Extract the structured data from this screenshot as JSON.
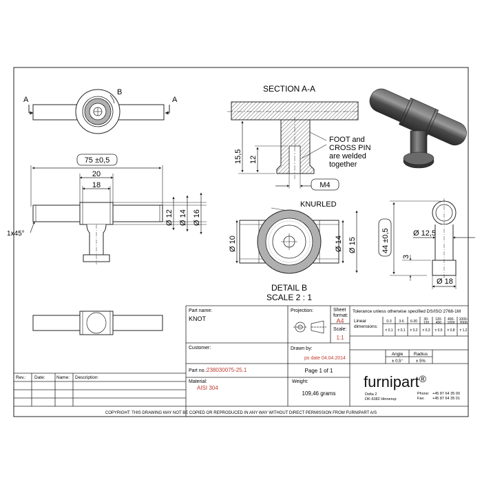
{
  "views": {
    "section_a_a_title": "SECTION A-A",
    "section_marker": "A",
    "detail_marker": "B",
    "note_foot_pin": [
      "FOOT and",
      "CROSS PIN",
      "are welded",
      "together"
    ],
    "thread": "M4",
    "knurled": "KNURLED",
    "detail_b_title": "DETAIL B",
    "detail_b_scale": "SCALE 2 : 1"
  },
  "dimensions": {
    "overall_length": "75 ±0,5",
    "sleeve_length": "20",
    "sleeve_inner": "18",
    "chamfer": "1x45°",
    "d12": "Ø 12",
    "d14": "Ø 14",
    "d16": "Ø 16",
    "sec_15_5": "15,5",
    "sec_12": "12",
    "det_d10": "Ø 10",
    "det_d14": "Ø 14",
    "det_d15": "Ø 15",
    "height_44": "44 ±0,5",
    "side_d12_5": "Ø 12,5",
    "side_3": "3",
    "side_d18": "Ø 18"
  },
  "title_block": {
    "part_name_label": "Part name:",
    "part_name": "KNOT",
    "projection_label": "Projection:",
    "sheet_format_label": [
      "Sheet",
      "format:"
    ],
    "sheet_format": "A4",
    "scale_label": "Scale:",
    "scale": "1:1",
    "customer_label": "Customer:",
    "drawn_by_label": "Drawn by:",
    "drawn_by": "ps date 04.04.2014",
    "part_no_label": "Part no.:",
    "part_no": "238030075-25.1",
    "page": "Page 1 of 1",
    "material_label": "Material:",
    "material": "AISI 304",
    "weight_label": "Weight:",
    "weight": "109,46 grams",
    "tolerance_title": "Tolerance unless otherwise specified DS/ISO 2768-1M",
    "linear_label": [
      "Linear",
      "dimensions:"
    ],
    "ranges": [
      "0-3",
      "3-6",
      "6-30",
      "30-120",
      "120-400",
      "400-1000",
      "1000-2000"
    ],
    "tolerances": [
      "± 0,1",
      "± 0,1",
      "± 0,2",
      "± 0,3",
      "± 0,5",
      "± 0,8",
      "± 1,2"
    ],
    "angle_label": "Angle",
    "angle_tol": "± 0,5°",
    "radius_label": "Radius",
    "radius_tol": "± 5%",
    "revision_headers": [
      "Rev.:",
      "Date:",
      "Name:",
      "Description:"
    ],
    "company": "furnipart",
    "company_mark": "®",
    "address": [
      "Delta 2",
      "DK-6382 Hinnerup"
    ],
    "phone_label": "Phone:",
    "phone": "+45 87 64 35 00",
    "fax_label": "Fax:",
    "fax": "+45 87 64 35 01",
    "copyright": "COPYRIGHT: THIS DRAWING MAY NOT BE COPIED OR REPRODUCED IN ANY WAY WITHOUT DIRECT PERMISSION FROM FURNIPART A/S"
  },
  "colors": {
    "line": "#222222",
    "accent_red": "#c0392b",
    "part_dark": "#3a3a3a"
  }
}
